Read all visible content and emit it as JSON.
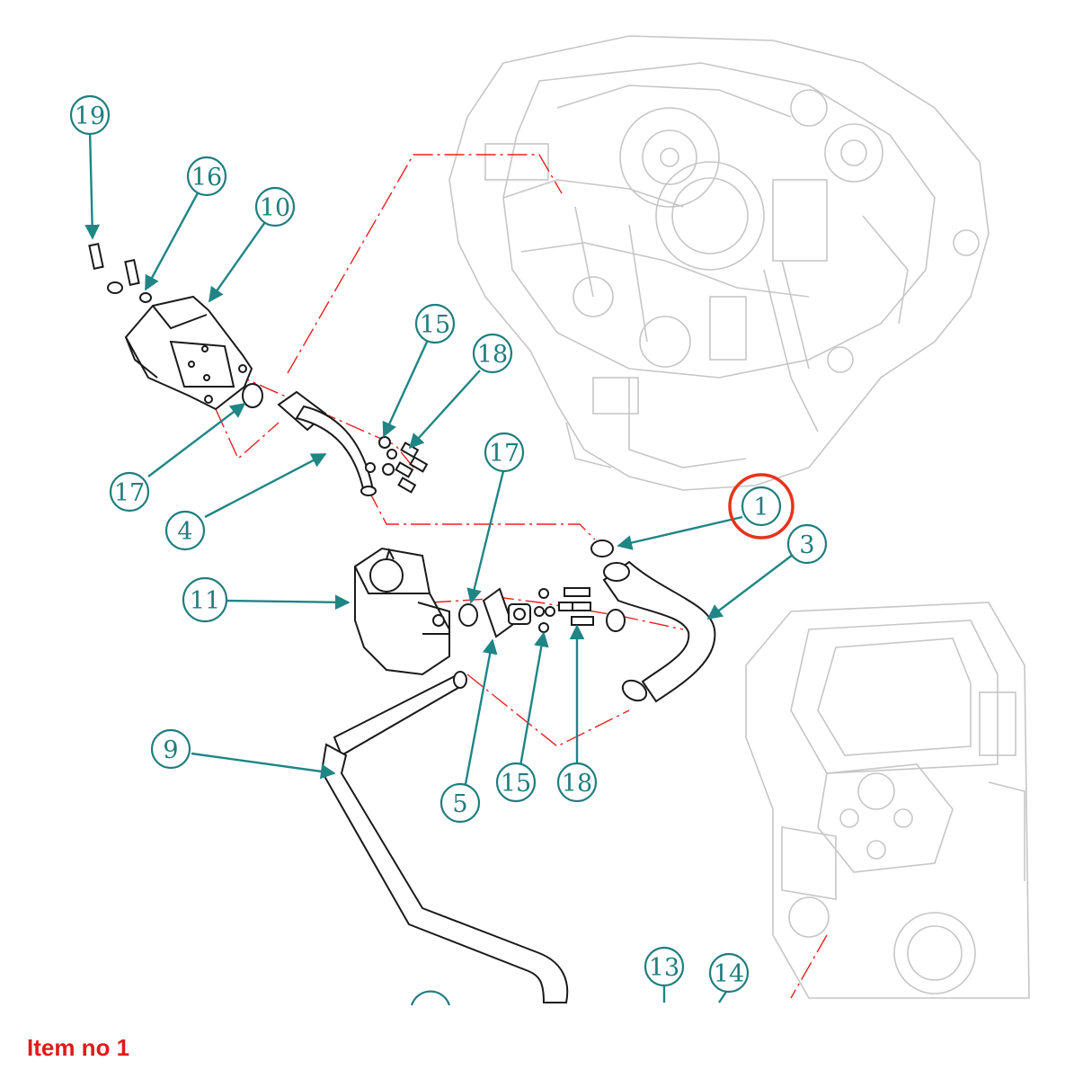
{
  "colors": {
    "callout": "#1f7d7d",
    "highlight": "#e8331a",
    "caption": "#e01a1a",
    "centerline": "#e82020",
    "background_parts": "#c6c6c6"
  },
  "callouts": [
    {
      "label": "19"
    },
    {
      "label": "16"
    },
    {
      "label": "10"
    },
    {
      "label": "15"
    },
    {
      "label": "18"
    },
    {
      "label": "17"
    },
    {
      "label": "17"
    },
    {
      "label": "4"
    },
    {
      "label": "1"
    },
    {
      "label": "3"
    },
    {
      "label": "11"
    },
    {
      "label": "9"
    },
    {
      "label": "5"
    },
    {
      "label": "15"
    },
    {
      "label": "18"
    },
    {
      "label": "13"
    },
    {
      "label": "14"
    }
  ],
  "highlighted_callout": "1",
  "caption": "Item no 1"
}
